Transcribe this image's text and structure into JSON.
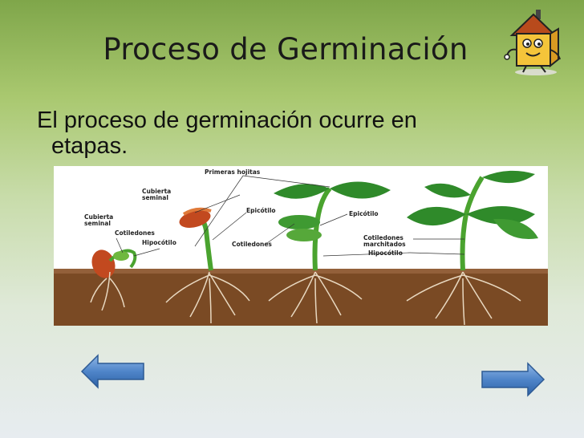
{
  "slide": {
    "title": "Proceso de Germinación",
    "body_line1": "El proceso de germinación ocurre en",
    "body_line2": "etapas."
  },
  "figure": {
    "labels": {
      "cubierta_seminal_1": "Cubierta",
      "cubierta_seminal_1b": "seminal",
      "cotiledones_1": "Cotiledones",
      "hipocotilo_1": "Hipocótilo",
      "cubierta_seminal_2": "Cubierta",
      "cubierta_seminal_2b": "seminal",
      "primeras_hojitas": "Primeras hojitas",
      "epicotilo_2": "Epicótilo",
      "cotiledones_3": "Cotiledones",
      "epicotilo_3": "Epicótilo",
      "cotiledones_marchitados_1": "Cotiledones",
      "cotiledones_marchitados_2": "marchitados",
      "hipocotilo_4": "Hipocótilo"
    },
    "colors": {
      "soil": "#7a4a24",
      "leaf": "#2f8a2a",
      "stem": "#4aa32f",
      "seed": "#c2491f"
    }
  },
  "nav": {
    "prev_icon": "arrow-left-icon",
    "next_icon": "arrow-right-icon"
  },
  "mascot_icon": "house-mascot-icon"
}
